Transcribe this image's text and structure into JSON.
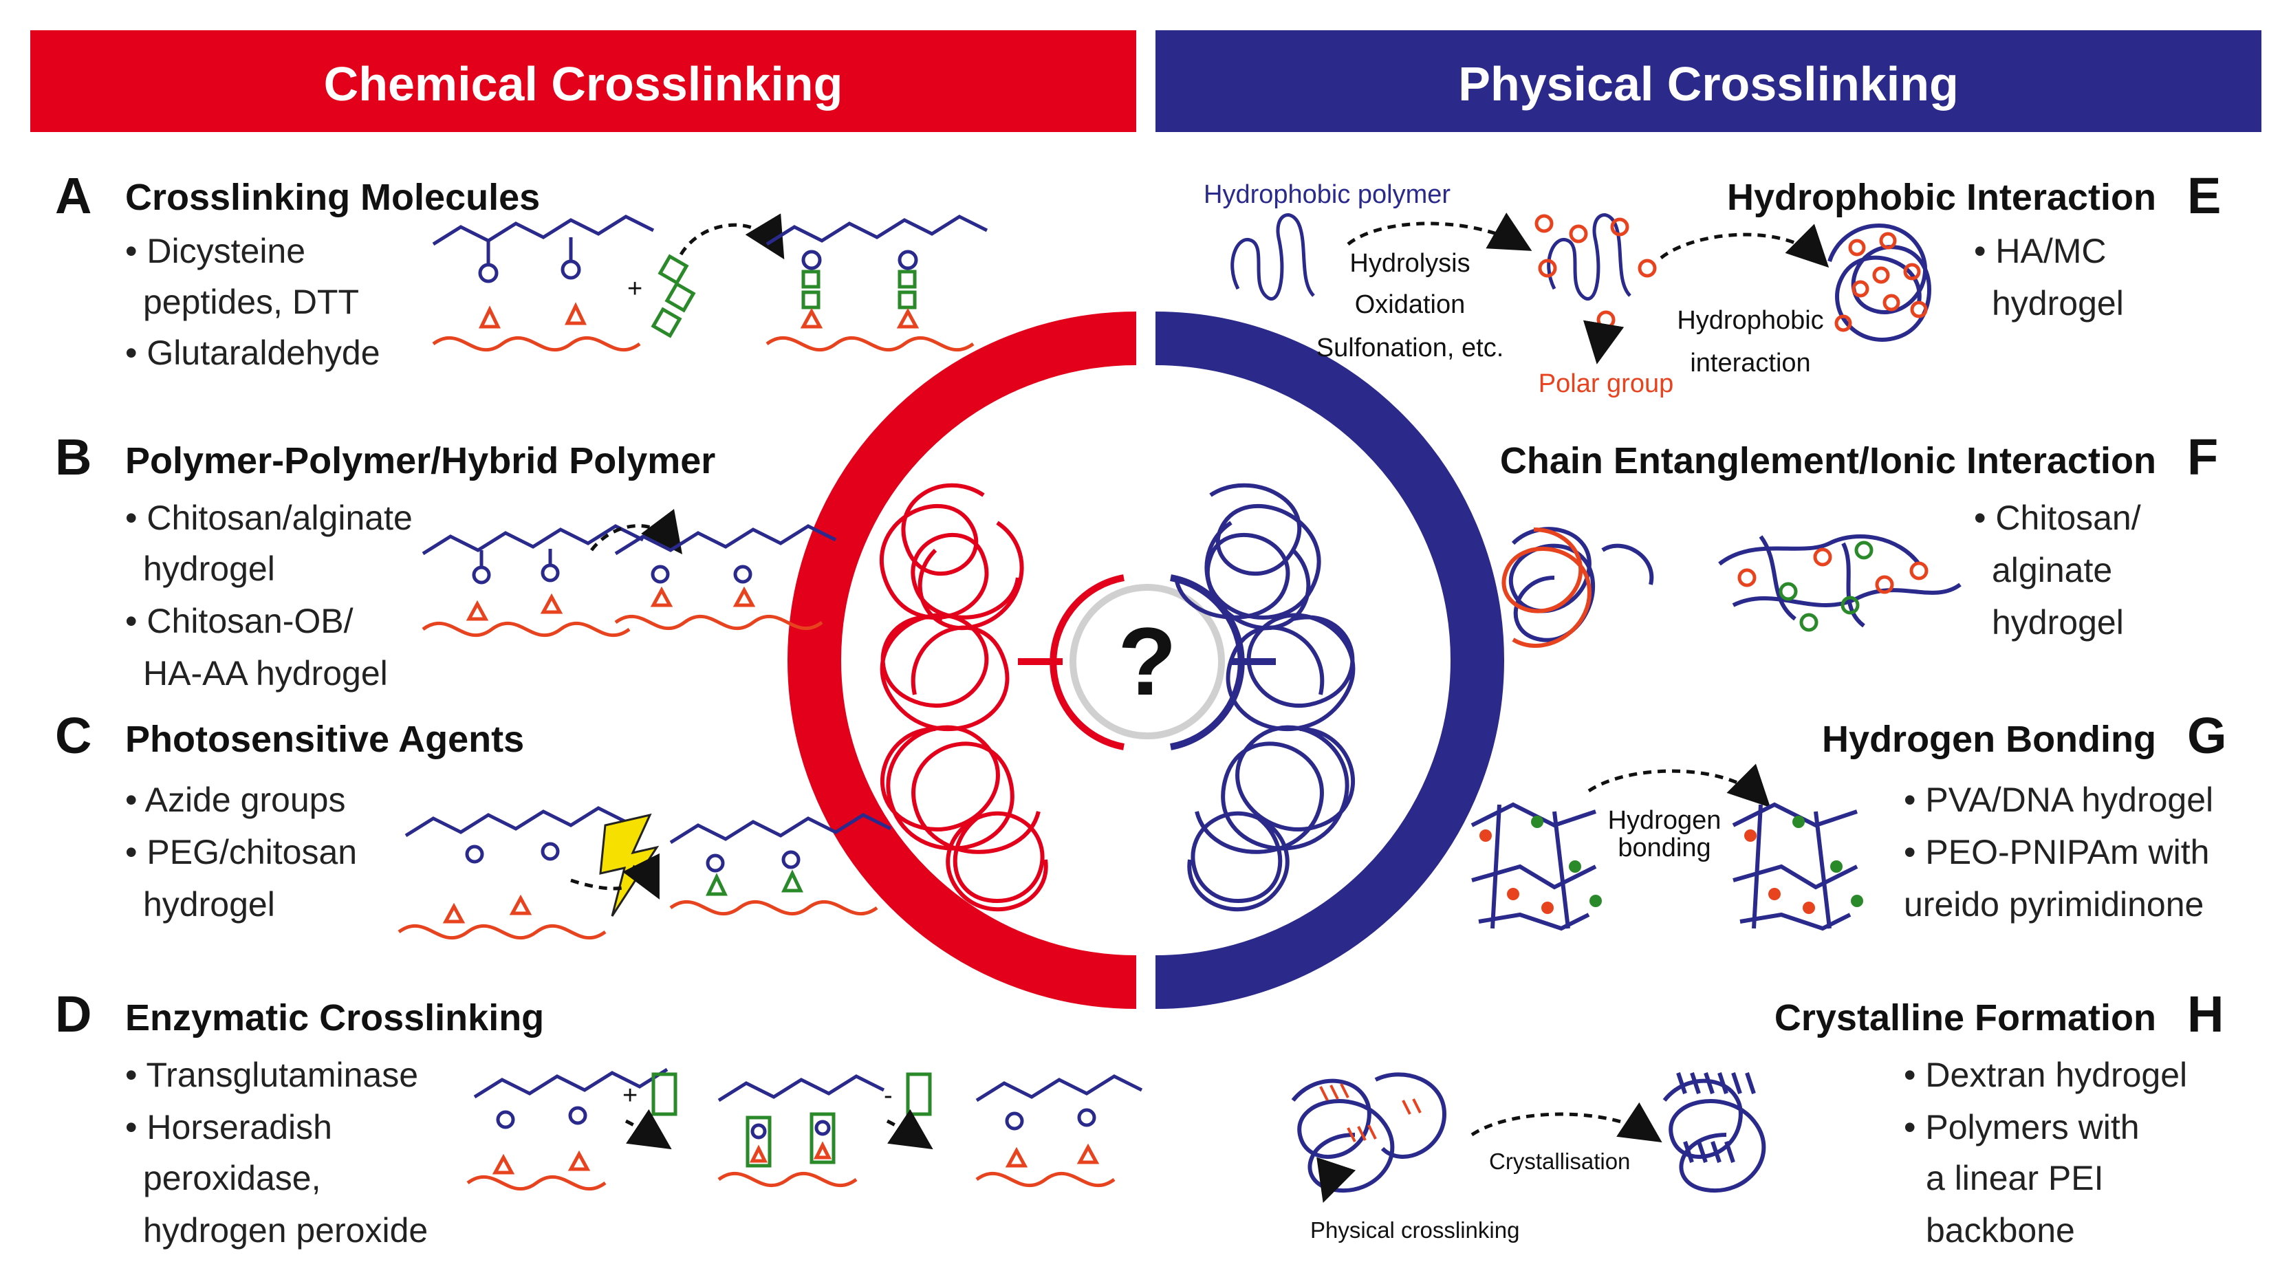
{
  "headers": {
    "chemical": "Chemical Crosslinking",
    "physical": "Physical Crosslinking"
  },
  "center": {
    "symbol": "?"
  },
  "sections": {
    "A": {
      "letter": "A",
      "title": "Crosslinking Molecules",
      "bullets": [
        "• Dicysteine",
        "peptides, DTT",
        "• Glutaraldehyde"
      ]
    },
    "B": {
      "letter": "B",
      "title": "Polymer-Polymer/Hybrid Polymer",
      "bullets": [
        "• Chitosan/alginate",
        "hydrogel",
        "• Chitosan-OB/",
        "HA-AA hydrogel"
      ]
    },
    "C": {
      "letter": "C",
      "title": "Photosensitive Agents",
      "bullets": [
        "• Azide groups",
        "• PEG/chitosan",
        "hydrogel"
      ]
    },
    "D": {
      "letter": "D",
      "title": "Enzymatic Crosslinking",
      "bullets": [
        "• Transglutaminase",
        "• Horseradish",
        "peroxidase,",
        "hydrogen peroxide"
      ]
    },
    "E": {
      "letter": "E",
      "title": "Hydrophobic Interaction",
      "bullets": [
        "• HA/MC",
        "hydrogel"
      ],
      "labels": {
        "polymer": "Hydrophobic polymer",
        "process1": "Hydrolysis",
        "process2": "Oxidation",
        "process3": "Sulfonation, etc.",
        "polar": "Polar group",
        "inter1": "Hydrophobic",
        "inter2": "interaction"
      }
    },
    "F": {
      "letter": "F",
      "title": "Chain Entanglement/Ionic Interaction",
      "bullets": [
        "• Chitosan/",
        "alginate",
        "hydrogel"
      ]
    },
    "G": {
      "letter": "G",
      "title": "Hydrogen Bonding",
      "bullets": [
        "• PVA/DNA hydrogel",
        "• PEO-PNIPAm with",
        "ureido pyrimidinone"
      ],
      "labels": {
        "hb1": "Hydrogen",
        "hb2": "bonding"
      }
    },
    "H": {
      "letter": "H",
      "title": "Crystalline Formation",
      "bullets": [
        "• Dextran  hydrogel",
        "• Polymers with",
        "a linear PEI",
        "backbone"
      ],
      "labels": {
        "cryst": "Crystallisation",
        "phys": "Physical crosslinking"
      }
    }
  },
  "signs": {
    "plus": "+",
    "minus": "-"
  },
  "colors": {
    "chemical": "#e2001a",
    "physical": "#2b2a8a",
    "polymer_red": "#e8431f",
    "polymer_blue": "#2a2a8c",
    "linker_green": "#2a8a2a",
    "lightning": "#f5e000"
  }
}
